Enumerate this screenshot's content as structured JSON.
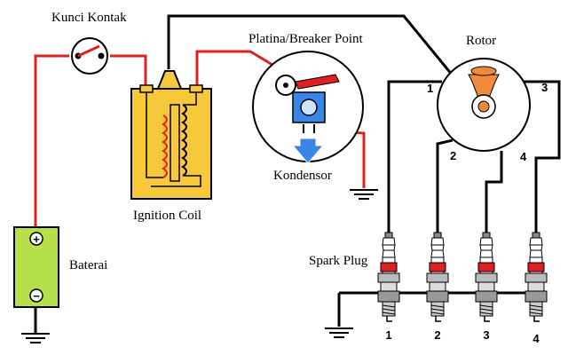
{
  "labels": {
    "key_switch": "Kunci Kontak",
    "breaker_point": "Platina/Breaker Point",
    "rotor": "Rotor",
    "condenser": "Kondensor",
    "ignition_coil": "Ignition Coil",
    "battery": "Baterai",
    "spark_plug": "Spark Plug"
  },
  "distributor_terminals": [
    "1",
    "2",
    "3",
    "4"
  ],
  "plug_numbers": [
    "1",
    "2",
    "3",
    "4"
  ],
  "battery_terminals": {
    "positive": "+",
    "negative": "−"
  },
  "colors": {
    "wire_primary": "#e02020",
    "wire_secondary": "#000000",
    "battery_body": "#b6e04a",
    "coil_body": "#f7c83a",
    "rotor_arm": "#f08a3a",
    "condenser_arrow": "#3a86e8"
  }
}
